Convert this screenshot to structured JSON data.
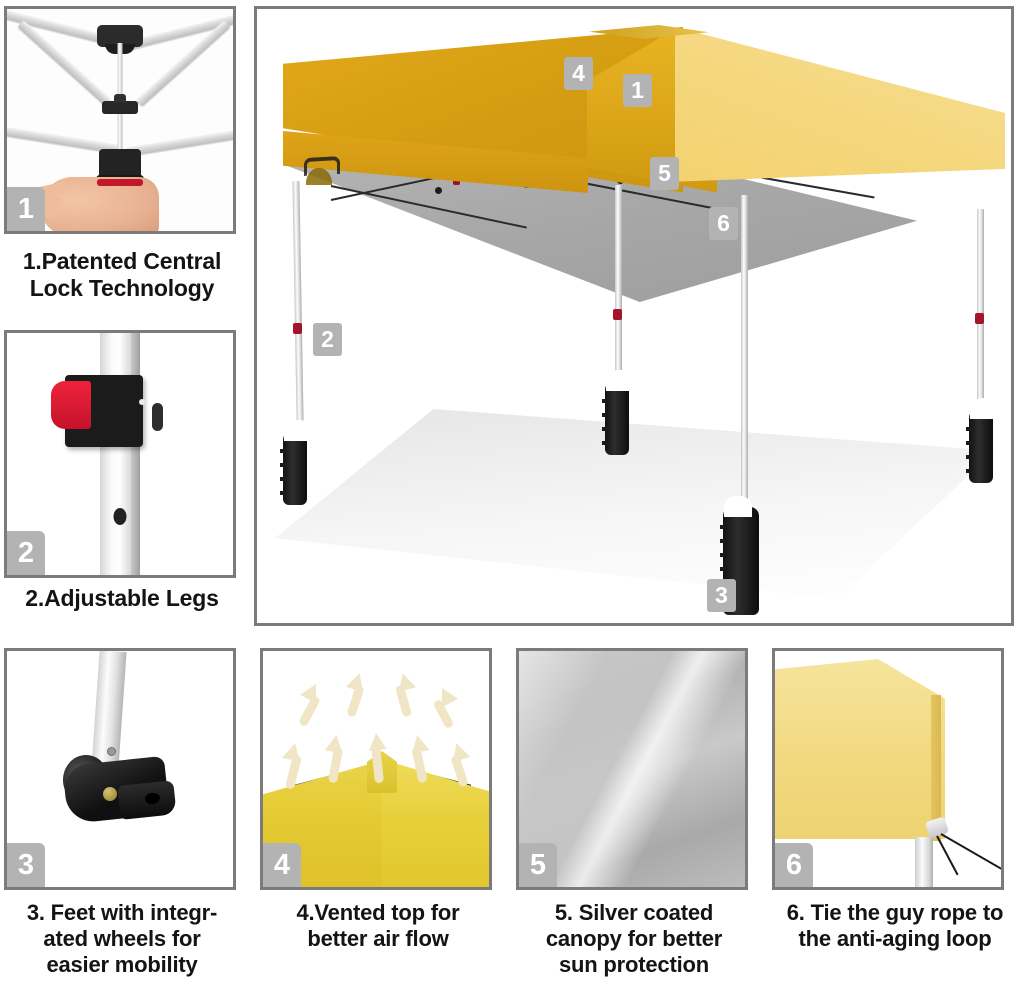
{
  "page": {
    "title": "Pop-Up Canopy Feature Infographic",
    "background_color": "#ffffff",
    "border_color": "#7b7b7b",
    "badge_color": "#b3b3b3",
    "badge_text_color": "#ffffff",
    "caption_color": "#141414",
    "canopy_yellow_dark": "#d39c12",
    "canopy_yellow_light": "#f2cf6a",
    "canopy_underside_silver": "#a8a8a8",
    "latch_red": "#c4122a"
  },
  "panels": {
    "feature_1": {
      "badge": "1",
      "caption_line_1": "1.Patented Central",
      "caption_line_2": "Lock Technology",
      "caption_full": "1.Patented Central Lock Technology",
      "image_alt": "Hand holding the central lock hub under the canopy truss frame"
    },
    "feature_2": {
      "badge": "2",
      "caption_line_1": "2.Adjustable Legs",
      "caption_full": "2.Adjustable Legs",
      "image_alt": "Close-up of red push-button height latch on white canopy leg"
    },
    "feature_3": {
      "badge": "3",
      "caption_line_1": "3. Feet with integr-",
      "caption_line_2": "ated wheels for",
      "caption_line_3": "easier mobility",
      "caption_full": "3. Feet with integrated wheels for easier mobility",
      "image_alt": "Black canopy foot with built-in wheel"
    },
    "feature_4": {
      "badge": "4",
      "caption_line_1": "4.Vented top for",
      "caption_line_2": "better air flow",
      "caption_full": "4.Vented top for better air flow",
      "image_alt": "Yellow vented canopy peak with air-flow arrows"
    },
    "feature_5": {
      "badge": "5",
      "caption_line_1": "5. Silver coated",
      "caption_line_2": "canopy for better",
      "caption_line_3": "sun protection",
      "caption_full": "5. Silver coated canopy for better sun protection",
      "image_alt": "Close-up of silver coated canopy fabric"
    },
    "feature_6": {
      "badge": "6",
      "caption_line_1": "6. Tie the guy rope to",
      "caption_line_2": "the anti-aging loop",
      "caption_full": "6. Tie the guy rope to the anti-aging loop",
      "image_alt": "Guy rope tied to the anti-aging loop at the canopy corner"
    }
  },
  "hero": {
    "image_alt": "Yellow pop-up canopy tent with silver underside, adjustable legs and weight bags",
    "callouts": [
      {
        "badge": "4",
        "refers_to": "Vented top"
      },
      {
        "badge": "1",
        "refers_to": "Central lock technology"
      },
      {
        "badge": "5",
        "refers_to": "Silver coated canopy"
      },
      {
        "badge": "6",
        "refers_to": "Anti-aging loop / guy rope"
      },
      {
        "badge": "2",
        "refers_to": "Adjustable legs"
      },
      {
        "badge": "3",
        "refers_to": "Feet with integrated wheels"
      }
    ]
  }
}
